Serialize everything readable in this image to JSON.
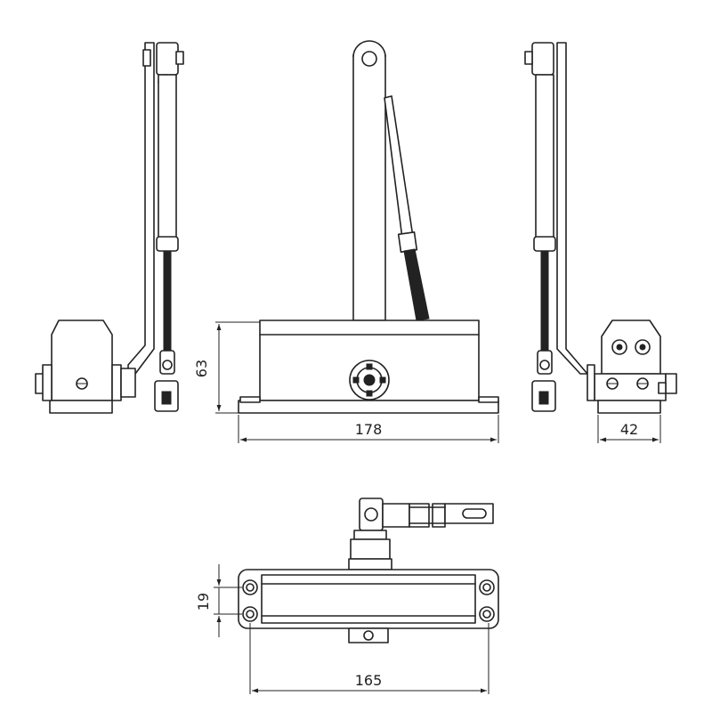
{
  "dimensions": {
    "height_63": "63",
    "width_178": "178",
    "depth_42": "42",
    "spacing_19": "19",
    "length_165": "165"
  },
  "icons": [
    "door-closer-left-view-icon",
    "door-closer-front-view-icon",
    "door-closer-right-view-icon",
    "door-closer-top-view-icon"
  ]
}
